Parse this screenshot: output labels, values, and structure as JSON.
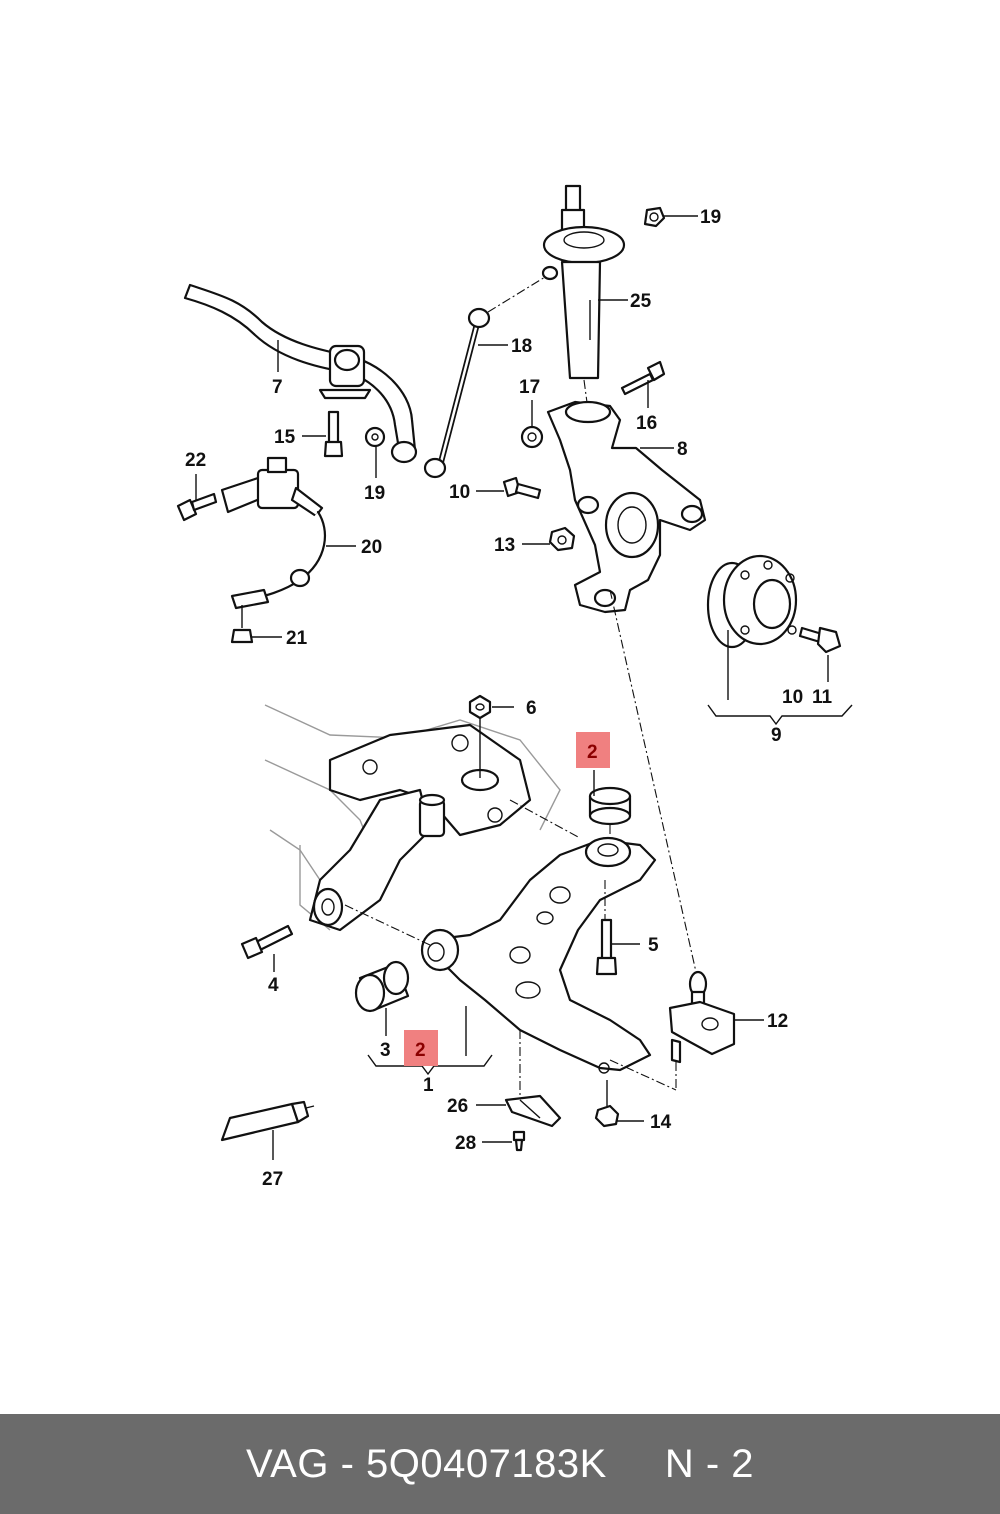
{
  "diagram": {
    "labels": [
      "1",
      "2",
      "2",
      "3",
      "4",
      "5",
      "6",
      "7",
      "8",
      "9",
      "10",
      "10",
      "11",
      "12",
      "13",
      "14",
      "15",
      "16",
      "17",
      "18",
      "19",
      "19",
      "20",
      "21",
      "22",
      "25",
      "26",
      "27",
      "28"
    ],
    "highlight_color": "#f08080"
  },
  "footer": {
    "brand": "VAG",
    "separator": "-",
    "part_number": "5Q0407183K",
    "count_label": "N - 2",
    "background": "#6b6b6b"
  }
}
